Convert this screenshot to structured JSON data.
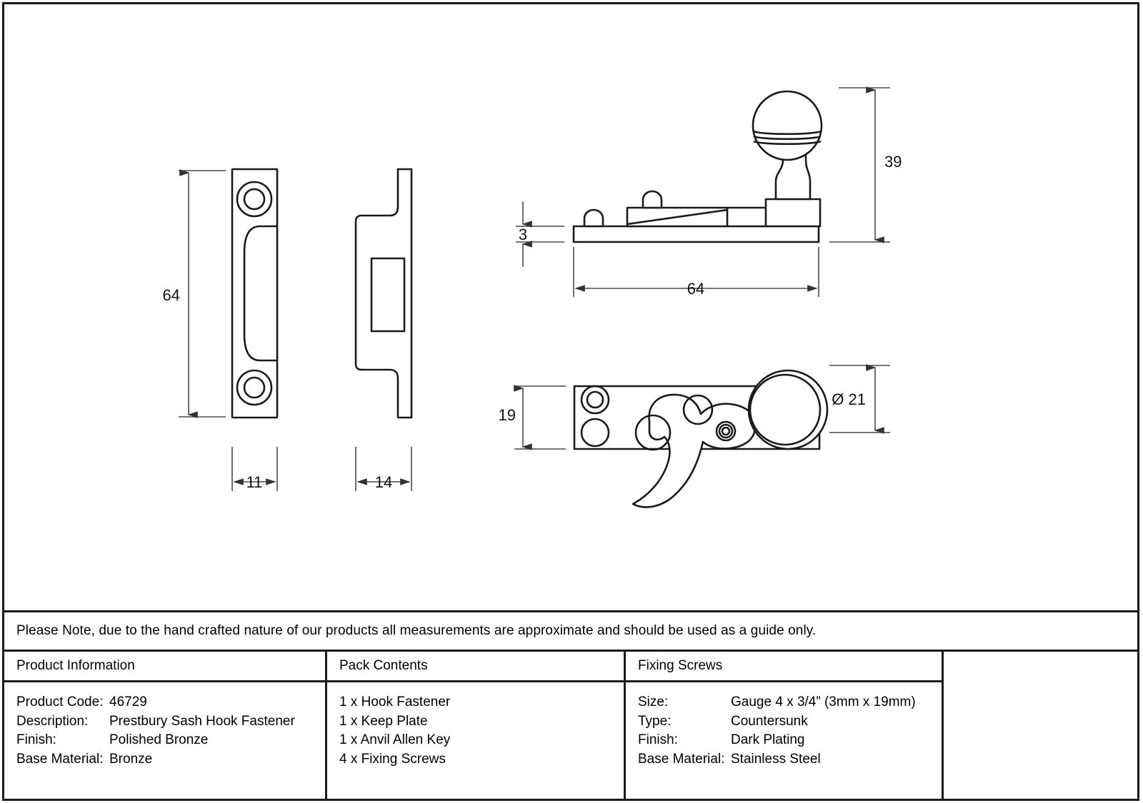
{
  "document": {
    "type": "technical-product-drawing",
    "note": "Please Note, due to the hand crafted nature of our products all measurements are approximate and should be used as a guide only."
  },
  "drawing": {
    "views": [
      {
        "name": "keep-plate-front-view",
        "dimensions": {
          "height": "64",
          "width": "11"
        }
      },
      {
        "name": "keep-plate-side-view",
        "dimensions": {
          "width": "14"
        }
      },
      {
        "name": "hook-fastener-side-elevation",
        "dimensions": {
          "knob_height": "39",
          "plate_thickness": "3",
          "length": "64"
        }
      },
      {
        "name": "hook-fastener-plan-view",
        "dimensions": {
          "plate_width": "19",
          "knob_diameter": "Ø 21"
        }
      }
    ],
    "dimension_labels": {
      "keep_plate_height": "64",
      "keep_plate_width": "11",
      "keep_plate_side_width": "14",
      "fastener_plate_thickness": "3",
      "fastener_overall_length": "64",
      "fastener_knob_height": "39",
      "fastener_plate_width": "19",
      "knob_diameter": "Ø 21"
    },
    "line_color": "#1a1a1a",
    "dimension_line_color": "#555555"
  },
  "table": {
    "product_information": {
      "header": "Product Information",
      "rows": [
        {
          "key": "Product Code:",
          "value": "46729"
        },
        {
          "key": "Description:",
          "value": "Prestbury Sash Hook Fastener"
        },
        {
          "key": "Finish:",
          "value": "Polished Bronze"
        },
        {
          "key": "Base Material:",
          "value": "Bronze"
        }
      ]
    },
    "pack_contents": {
      "header": "Pack Contents",
      "items": [
        "1 x Hook Fastener",
        "1 x Keep Plate",
        "1 x Anvil Allen Key",
        "4 x Fixing Screws"
      ]
    },
    "fixing_screws": {
      "header": "Fixing Screws",
      "rows": [
        {
          "key": "Size:",
          "value": "Gauge 4 x 3/4” (3mm x 19mm)"
        },
        {
          "key": "Type:",
          "value": "Countersunk"
        },
        {
          "key": "Finish:",
          "value": "Dark Plating"
        },
        {
          "key": "Base Material:",
          "value": "Stainless Steel"
        }
      ]
    },
    "spare_column": {
      "header": "",
      "items": []
    }
  }
}
